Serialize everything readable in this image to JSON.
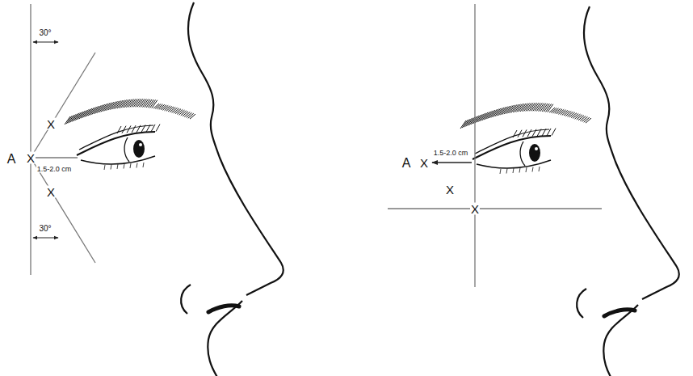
{
  "diagram": {
    "labels": [
      "30°",
      "X",
      "A",
      "X",
      "1.5-2.0 cm",
      "X",
      "30°",
      "1.5-2.0 cm",
      "A",
      "X",
      "X",
      "X"
    ]
  }
}
